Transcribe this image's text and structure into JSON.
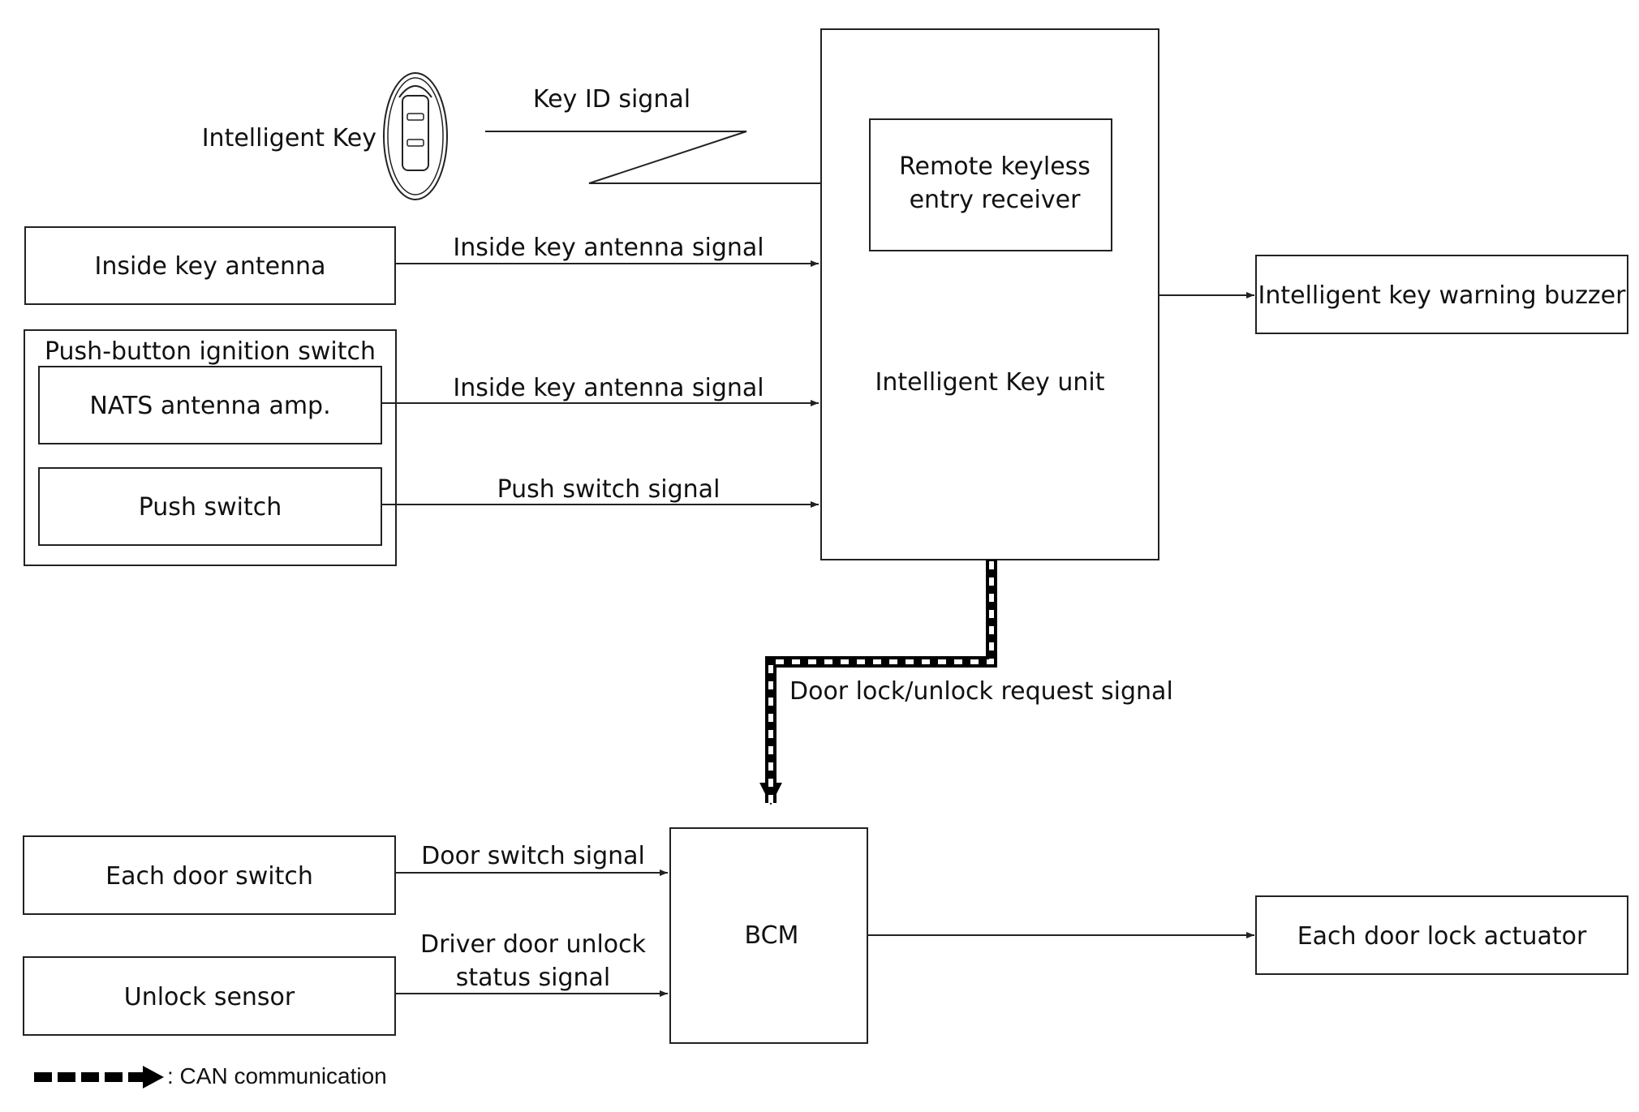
{
  "blocks": {
    "intelligent_key": "Intelligent Key",
    "inside_key_antenna": "Inside key antenna",
    "push_button_ignition_switch": "Push-button ignition switch",
    "nats_antenna_amp": "NATS antenna amp.",
    "push_switch": "Push switch",
    "remote_keyless_line1": "Remote keyless",
    "remote_keyless_line2": "entry receiver",
    "intelligent_key_unit": "Intelligent Key unit",
    "warning_buzzer": "Intelligent key warning buzzer",
    "each_door_switch": "Each door switch",
    "unlock_sensor": "Unlock sensor",
    "bcm": "BCM",
    "door_lock_actuator": "Each door lock actuator"
  },
  "signals": {
    "key_id": "Key ID signal",
    "inside_antenna_1": "Inside key antenna signal",
    "inside_antenna_2": "Inside key antenna signal",
    "push_switch": "Push switch signal",
    "door_lock_request": "Door lock/unlock request signal",
    "door_switch": "Door switch signal",
    "driver_unlock_line1": "Driver door unlock",
    "driver_unlock_line2": "status signal"
  },
  "legend": {
    "can": ": CAN communication"
  },
  "colors": {
    "line": "#222222",
    "can_dark": "#000000",
    "can_light": "#ffffff"
  }
}
